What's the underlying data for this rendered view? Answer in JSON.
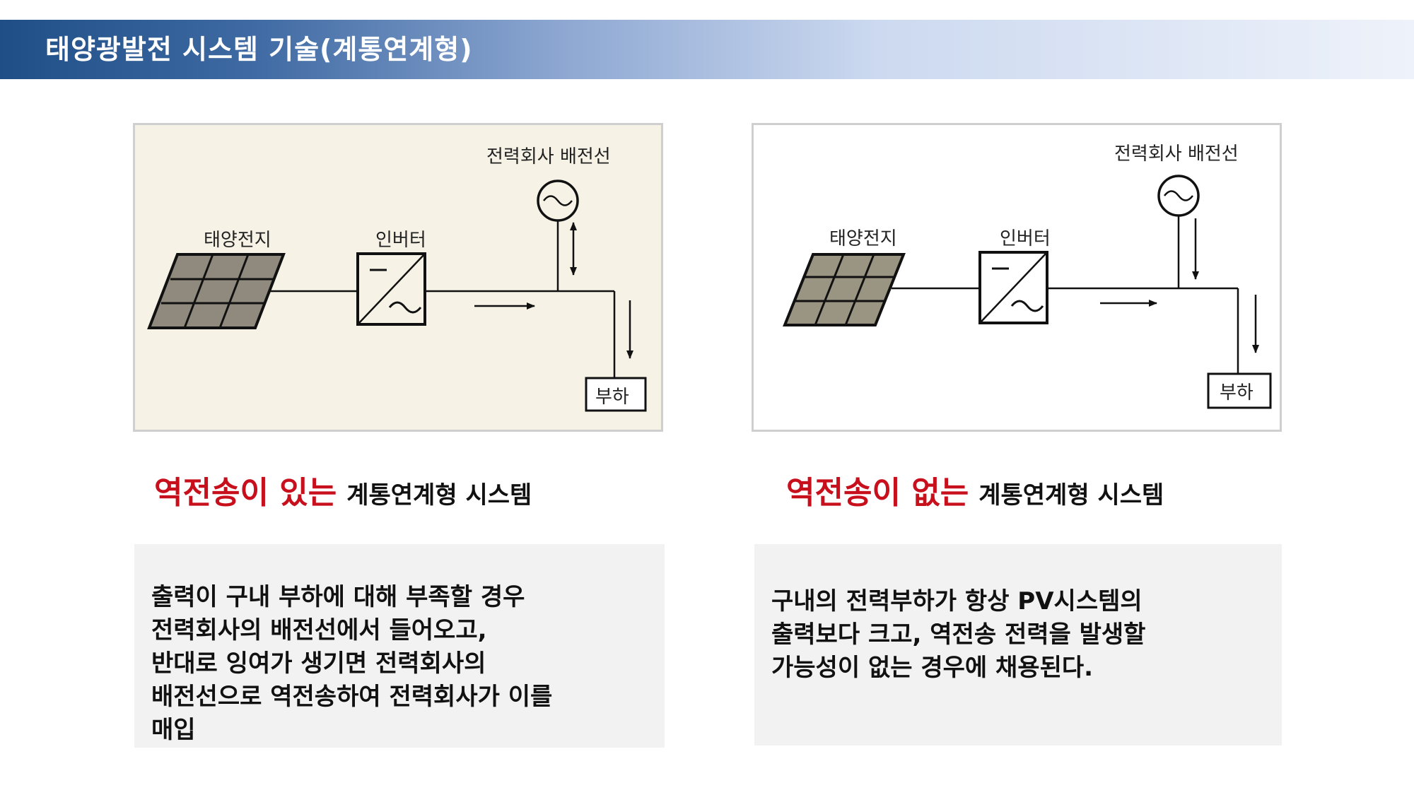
{
  "title": "태양광발전 시스템 기술(계통연계형)",
  "left": {
    "diagram": {
      "grid_label": "전력회사 배전선",
      "solar_label": "태양전지",
      "inverter_label": "인버터",
      "load_label": "부하"
    },
    "highlight": "역전송이 있는",
    "subtitle_rest": "계통연계형 시스템",
    "description": [
      "출력이 구내 부하에 대해 부족할 경우",
      "전력회사의 배전선에서 들어오고,",
      "반대로 잉여가 생기면 전력회사의",
      "배전선으로 역전송하여 전력회사가 이를",
      "매입"
    ]
  },
  "right": {
    "diagram": {
      "grid_label": "전력회사 배전선",
      "solar_label": "태양전지",
      "inverter_label": "인버터",
      "load_label": "부하"
    },
    "highlight": "역전송이 없는",
    "subtitle_rest": "계통연계형 시스템",
    "description": [
      "구내의 전력부하가 항상 PV시스템의",
      "출력보다 크고, 역전송 전력을 발생할",
      "가능성이 없는 경우에 채용된다."
    ]
  }
}
